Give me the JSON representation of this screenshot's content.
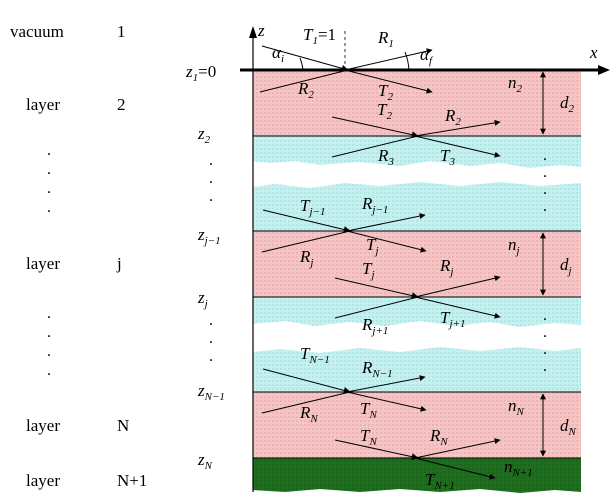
{
  "colors": {
    "pink_layer": "#f2b3b3",
    "cyan_layer": "#b7ecec",
    "substrate": "#1e6b1e",
    "ink": "#000000"
  },
  "left_column": {
    "rows": [
      {
        "name": "vacuum",
        "index": "1"
      },
      {
        "name": "layer",
        "index": "2"
      },
      {
        "name": "layer",
        "index": "j"
      },
      {
        "name": "layer",
        "index": "N"
      },
      {
        "name": "layer",
        "index": "N+1"
      }
    ]
  },
  "axes": {
    "z": "z",
    "x": "x"
  },
  "interface_labels": [
    {
      "base": "z",
      "sub": "1",
      "suffix": "=0"
    },
    {
      "base": "z",
      "sub": "2"
    },
    {
      "base": "z",
      "sub": "j−1"
    },
    {
      "base": "z",
      "sub": "j"
    },
    {
      "base": "z",
      "sub": "N−1"
    },
    {
      "base": "z",
      "sub": "N"
    }
  ],
  "angles": {
    "incident": {
      "base": "α",
      "sub": "i"
    },
    "final": {
      "base": "α",
      "sub": "f"
    }
  },
  "wave_labels": {
    "T1": {
      "base": "T",
      "sub": "1",
      "suffix": "=1"
    },
    "R1": {
      "base": "R",
      "sub": "1"
    },
    "R2": {
      "base": "R",
      "sub": "2"
    },
    "T2a": {
      "base": "T",
      "sub": "2"
    },
    "T2b": {
      "base": "T",
      "sub": "2"
    },
    "R2b": {
      "base": "R",
      "sub": "2"
    },
    "R3": {
      "base": "R",
      "sub": "3"
    },
    "T3": {
      "base": "T",
      "sub": "3"
    },
    "Tjm1": {
      "base": "T",
      "sub": "j−1"
    },
    "Rjm1": {
      "base": "R",
      "sub": "j−1"
    },
    "Rj": {
      "base": "R",
      "sub": "j"
    },
    "Tja": {
      "base": "T",
      "sub": "j"
    },
    "Tjb": {
      "base": "T",
      "sub": "j"
    },
    "Rjb": {
      "base": "R",
      "sub": "j"
    },
    "Rjp1": {
      "base": "R",
      "sub": "j+1"
    },
    "Tjp1": {
      "base": "T",
      "sub": "j+1"
    },
    "TNm1": {
      "base": "T",
      "sub": "N−1"
    },
    "RNm1": {
      "base": "R",
      "sub": "N−1"
    },
    "RN": {
      "base": "R",
      "sub": "N"
    },
    "TNa": {
      "base": "T",
      "sub": "N"
    },
    "TNb": {
      "base": "T",
      "sub": "N"
    },
    "RNb": {
      "base": "R",
      "sub": "N"
    },
    "TNp1": {
      "base": "T",
      "sub": "N+1"
    }
  },
  "layer_labels": {
    "n2": {
      "base": "n",
      "sub": "2"
    },
    "nj": {
      "base": "n",
      "sub": "j"
    },
    "nN": {
      "base": "n",
      "sub": "N"
    },
    "nNp1": {
      "base": "n",
      "sub": "N+1"
    },
    "d2": {
      "base": "d",
      "sub": "2"
    },
    "dj": {
      "base": "d",
      "sub": "j"
    },
    "dN": {
      "base": "d",
      "sub": "N"
    }
  }
}
